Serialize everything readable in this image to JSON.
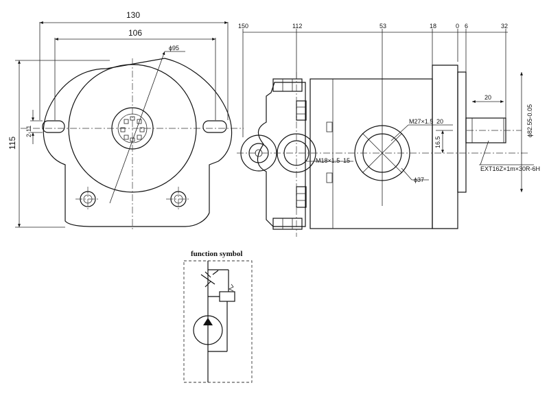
{
  "front_view": {
    "dim_width_outer": "130",
    "dim_width_holes": "106",
    "dim_pilot_dia": "ϕ95",
    "dim_height": "115",
    "dim_slot": "2-11"
  },
  "side_view": {
    "dim_150": "150",
    "dim_112": "112",
    "dim_53": "53",
    "dim_18": "18",
    "dim_0": "0",
    "dim_6": "6",
    "dim_32": "32",
    "dim_spline_len": "20",
    "dim_shaft_dia": "ϕ82.55-0.05",
    "dim_port_height": "16.5",
    "port_outlet_thread": "M27×1.5",
    "port_outlet_depth": "20",
    "port_inlet_thread": "M18×1.5",
    "port_inlet_depth": "15",
    "port_outlet_dia": "ϕ37",
    "spline_spec": "EXT16Z×1m×30R-6H"
  },
  "symbol": {
    "title": "function symbol"
  }
}
